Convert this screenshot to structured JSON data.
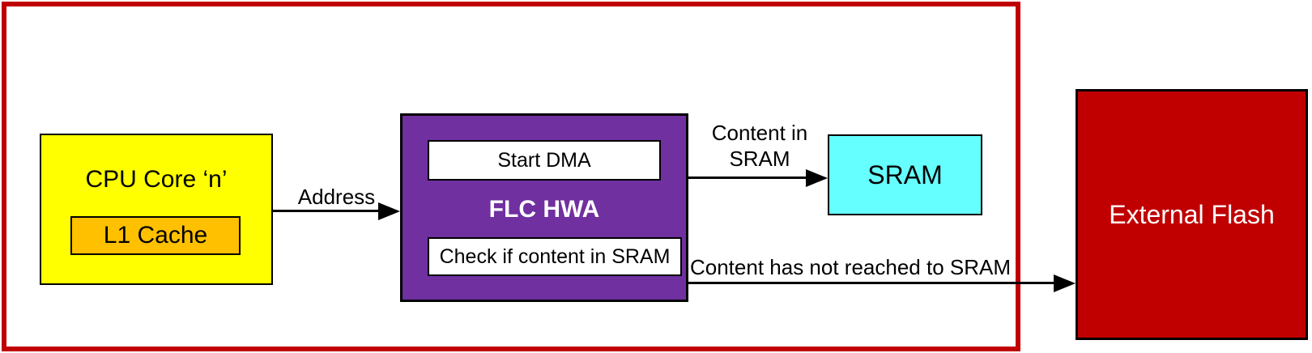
{
  "diagram": {
    "outer_border_color": "#C00000",
    "cpu_box": {
      "title": "CPU Core ‘n’",
      "fill": "#FFFF00"
    },
    "l1_cache_box": {
      "label": "L1 Cache",
      "fill": "#FFC000"
    },
    "flc_box": {
      "title": "FLC HWA",
      "fill": "#7030A0",
      "start_dma_label": "Start DMA",
      "check_label": "Check if content in SRAM"
    },
    "sram_box": {
      "label": "SRAM",
      "fill": "#66FFFF"
    },
    "flash_box": {
      "label": "External Flash",
      "fill": "#C00000"
    },
    "arrows": {
      "address": {
        "label": "Address"
      },
      "content_in_sram": {
        "line1": "Content in",
        "line2": "SRAM"
      },
      "content_not_reached": {
        "label": "Content has not reached to SRAM"
      }
    }
  }
}
